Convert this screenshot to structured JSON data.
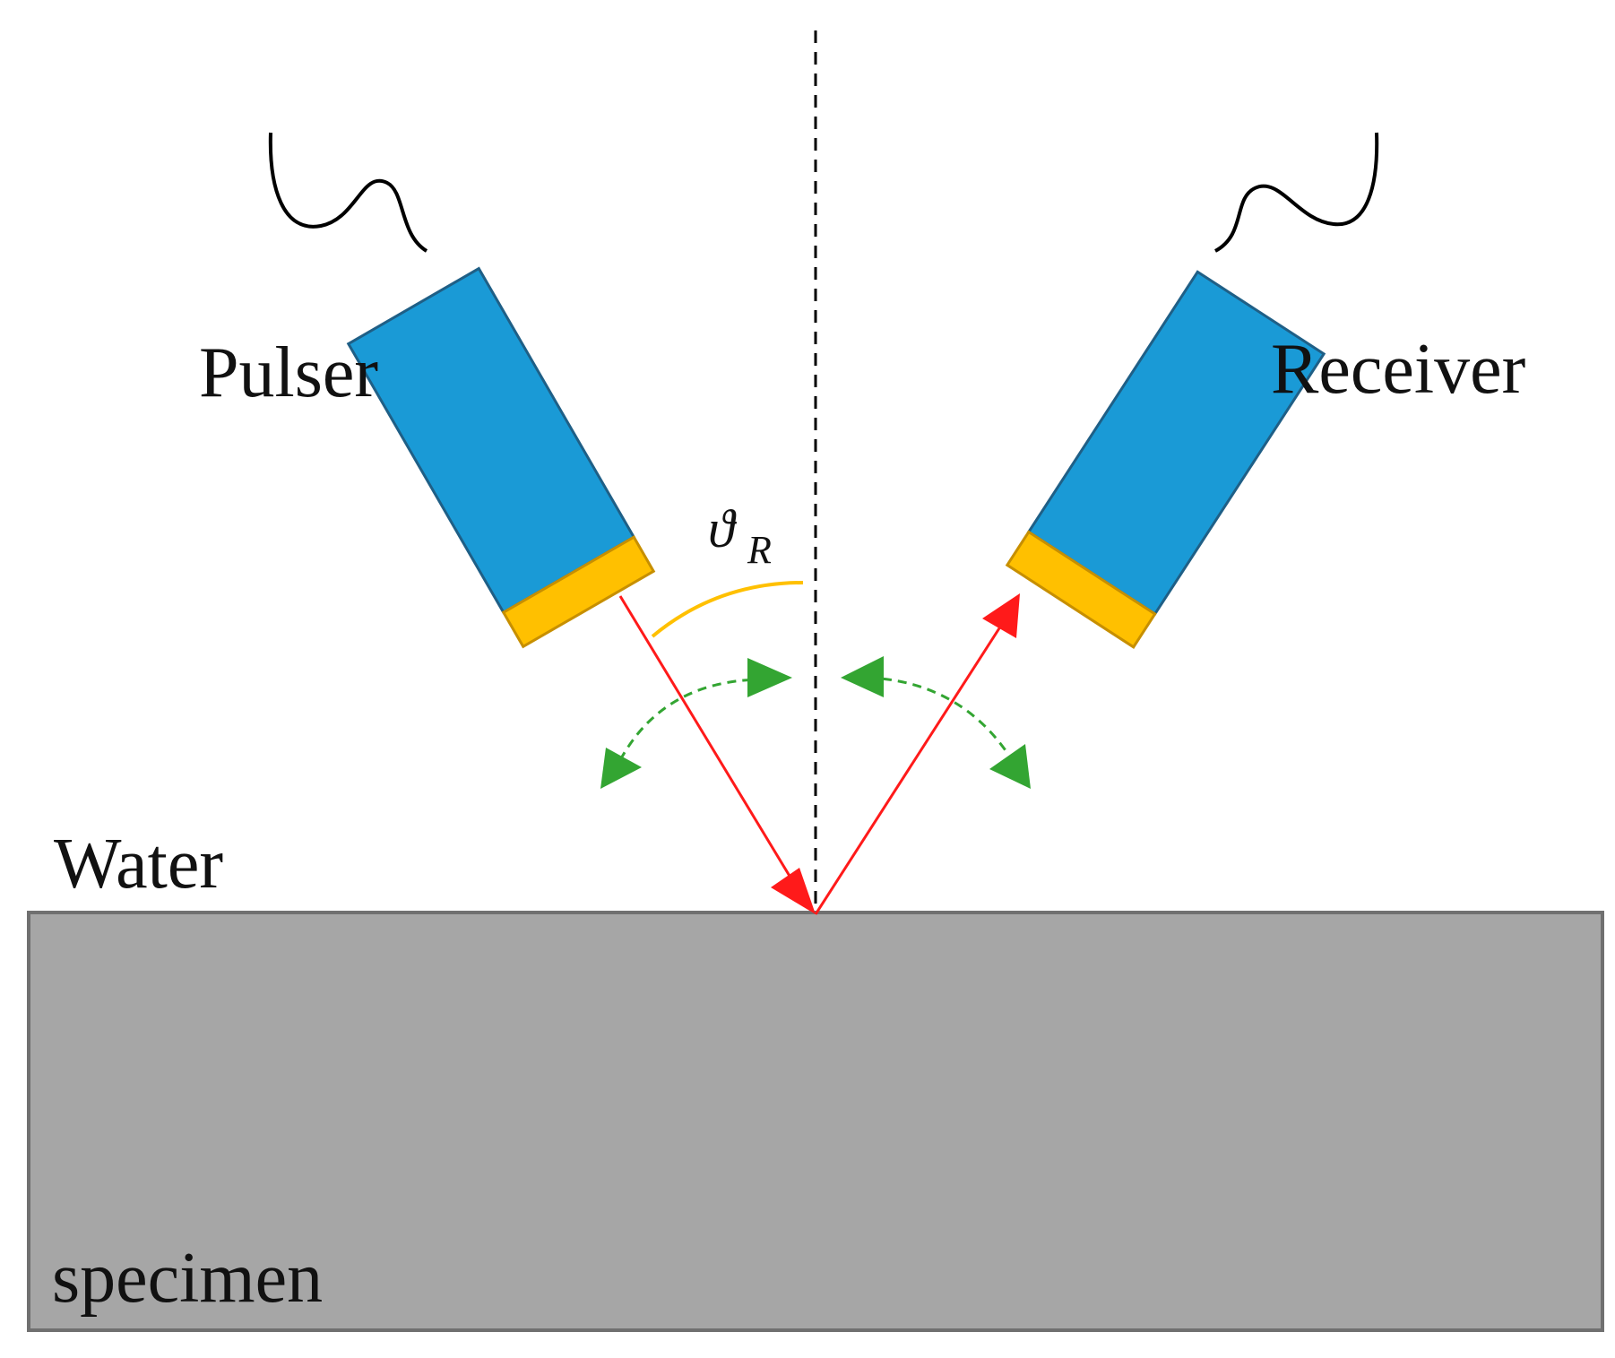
{
  "labels": {
    "pulser": "Pulser",
    "receiver": "Receiver",
    "water": "Water",
    "specimen": "specimen",
    "angle_symbol": "ϑ",
    "angle_subscript": "R"
  },
  "colors": {
    "transducer_body": "#1a9ad6",
    "transducer_border": "#1f5f86",
    "crystal": "#ffc000",
    "crystal_border": "#c78f00",
    "beam": "#ff1a1a",
    "rotation_arrow": "#33a532",
    "angle_arc": "#ffc000",
    "specimen_fill": "#a6a6a6",
    "specimen_border": "#707070",
    "normal_line": "#000000",
    "cable": "#000000"
  },
  "icons": {
    "pulser": "transducer-icon",
    "receiver": "transducer-icon",
    "rotation": "curved-double-arrow-icon"
  }
}
